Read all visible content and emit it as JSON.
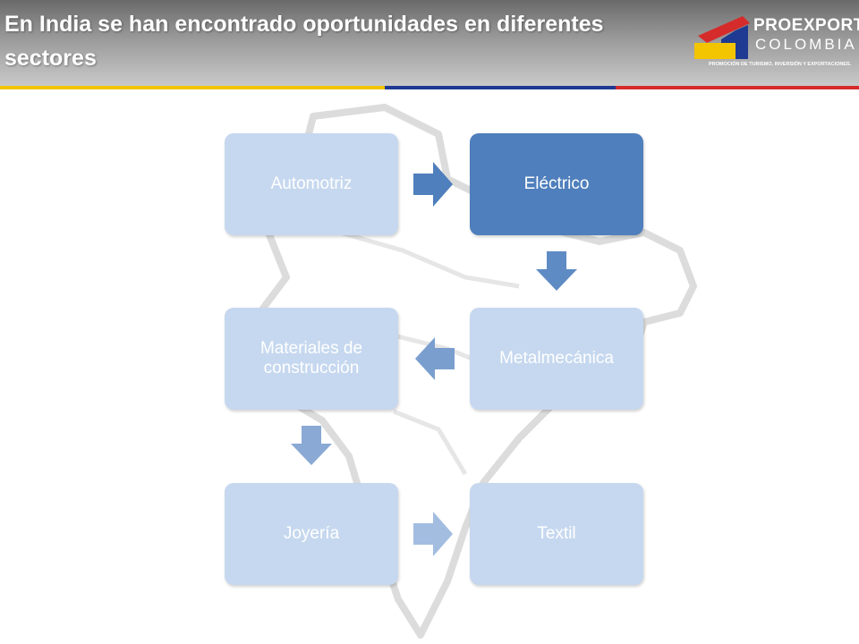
{
  "header": {
    "title": "En India se han encontrado oportunidades en diferentes sectores"
  },
  "logo": {
    "name": "PROEXPORT",
    "country": "COLOMBIA",
    "tagline": "PROMOCIÓN DE TURISMO, INVERSIÓN Y EXPORTACIONES."
  },
  "diagram": {
    "nodes": [
      {
        "label": "Automotriz",
        "active": false
      },
      {
        "label": "Eléctrico",
        "active": true
      },
      {
        "label": "Metalmecánica",
        "active": false
      },
      {
        "label": "Materiales de construcción",
        "active": false
      },
      {
        "label": "Joyería",
        "active": false
      },
      {
        "label": "Textil",
        "active": false
      }
    ]
  },
  "colors": {
    "node_fill": "#c6d8ef",
    "node_active": "#4f7fbc",
    "arrow": "#4f7fbc",
    "stripe_yellow": "#f2c500",
    "stripe_blue": "#1f3a93",
    "stripe_red": "#d62b2b"
  }
}
